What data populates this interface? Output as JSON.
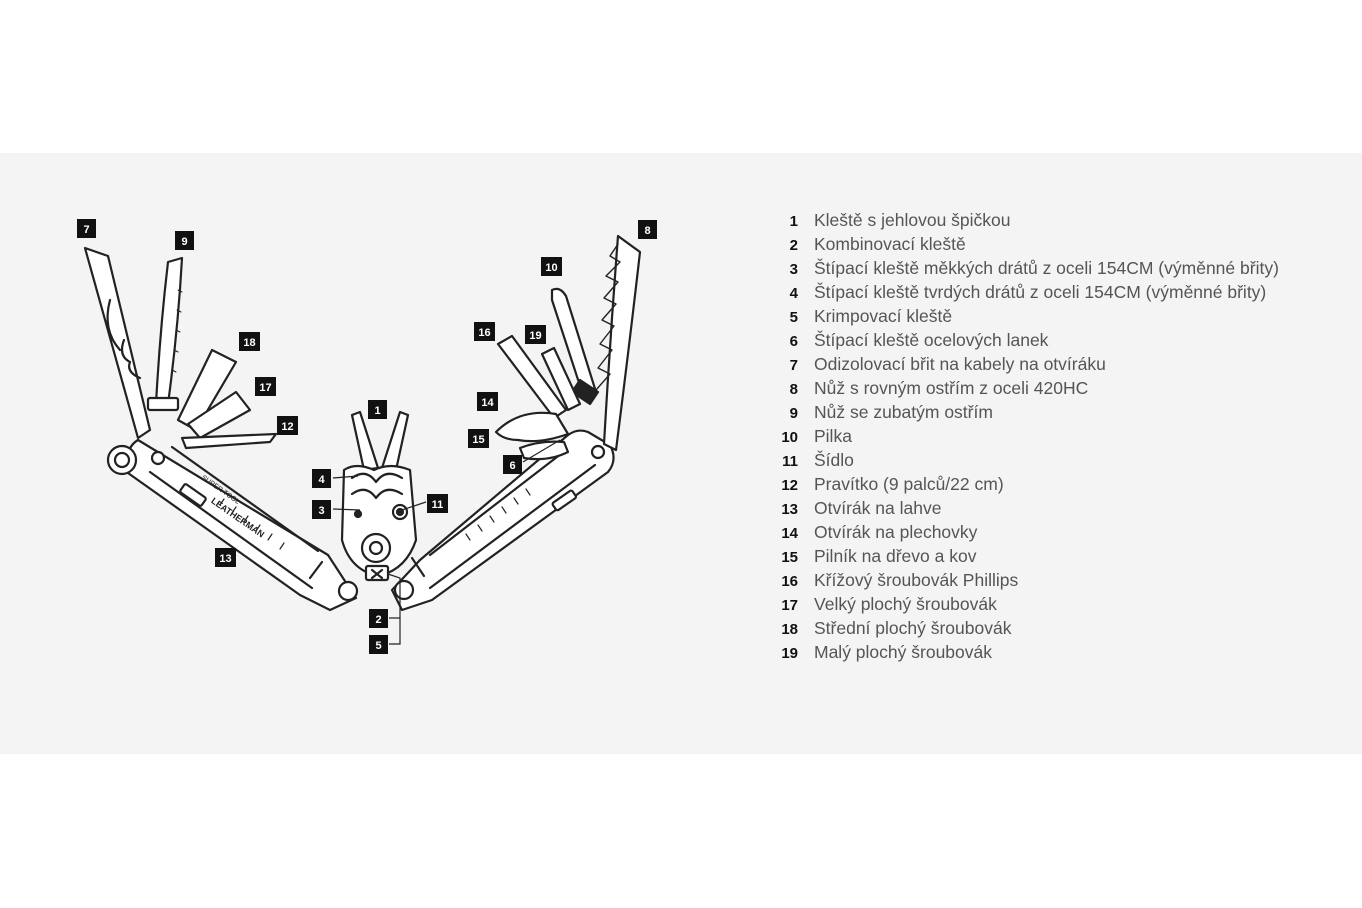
{
  "diagram": {
    "brand_text": "LEATHERMAN",
    "model_text": "SUPER TOOL",
    "callouts": [
      "1",
      "2",
      "3",
      "4",
      "5",
      "6",
      "7",
      "8",
      "9",
      "10",
      "11",
      "12",
      "13",
      "14",
      "15",
      "16",
      "17",
      "18",
      "19"
    ]
  },
  "legend": {
    "items": [
      {
        "num": "1",
        "label": "Kleště s jehlovou špičkou"
      },
      {
        "num": "2",
        "label": "Kombinovací kleště"
      },
      {
        "num": "3",
        "label": "Štípací kleště měkkých drátů z oceli 154CM (výměnné břity)"
      },
      {
        "num": "4",
        "label": "Štípací kleště tvrdých drátů z oceli 154CM (výměnné břity)"
      },
      {
        "num": "5",
        "label": "Krimpovací kleště"
      },
      {
        "num": "6",
        "label": "Štípací kleště ocelových lanek"
      },
      {
        "num": "7",
        "label": "Odizolovací břit na kabely na otvíráku"
      },
      {
        "num": "8",
        "label": "Nůž s rovným ostřím z oceli 420HC"
      },
      {
        "num": "9",
        "label": "Nůž se zubatým ostřím"
      },
      {
        "num": "10",
        "label": "Pilka"
      },
      {
        "num": "11",
        "label": "Šídlo"
      },
      {
        "num": "12",
        "label": "Pravítko (9 palců/22 cm)"
      },
      {
        "num": "13",
        "label": "Otvírák na lahve"
      },
      {
        "num": "14",
        "label": "Otvírák na plechovky"
      },
      {
        "num": "15",
        "label": "Pilník na dřevo a kov"
      },
      {
        "num": "16",
        "label": "Křížový šroubovák Phillips"
      },
      {
        "num": "17",
        "label": "Velký plochý šroubovák"
      },
      {
        "num": "18",
        "label": "Střední plochý šroubovák"
      },
      {
        "num": "19",
        "label": "Malý plochý šroubovák"
      }
    ]
  },
  "colors": {
    "panel": "#f4f4f4",
    "ink": "#222222",
    "badge": "#111111",
    "legend_text": "#555555"
  }
}
